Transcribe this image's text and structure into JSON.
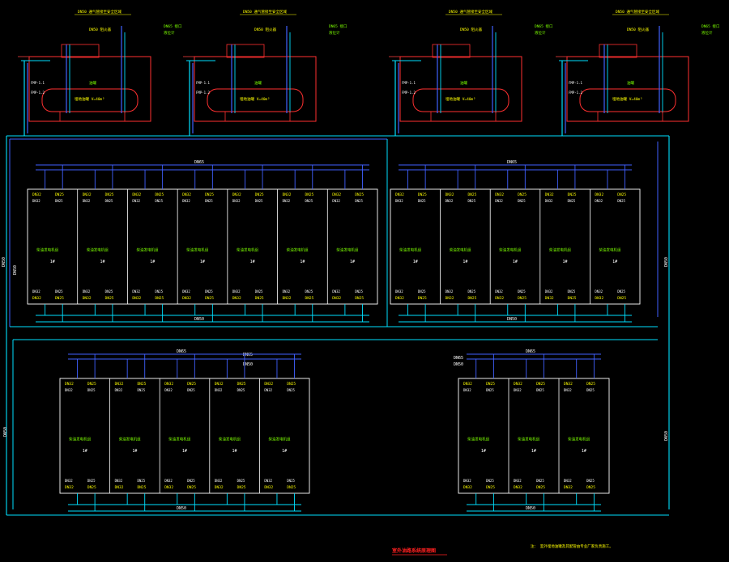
{
  "diagram_title": "室外油路系统原理图",
  "note": "注： 室外埋地油罐及其配管由专业厂家负责施工。",
  "pipe_labels": {
    "top_supply": "DN65",
    "mid_return": "DN50",
    "left_vertical_a": "DN50",
    "left_vertical_b": "DN50",
    "right_vertical_a": "DN50",
    "right_vertical_b": "DN50"
  },
  "tanks": [
    {
      "id": "T1",
      "label": "FMP-1.1",
      "label2": "FMP-1.2",
      "caption": "油罐",
      "note": "埋地油罐 V=40m³"
    },
    {
      "id": "T2",
      "label": "FMP-1.1",
      "label2": "FMP-1.2",
      "caption": "油罐",
      "note": "埋地油罐 V=40m³"
    },
    {
      "id": "T3",
      "label": "FMP-1.1",
      "label2": "FMP-1.2",
      "caption": "油罐",
      "note": "埋地油罐 V=40m³"
    },
    {
      "id": "T4",
      "label": "FMP-1.1",
      "label2": "FMP-1.2",
      "caption": "油罐",
      "note": "埋地油罐 V=40m³"
    }
  ],
  "generator_rooms": [
    {
      "id": "A",
      "units": [
        "柴油发电机组",
        "柴油发电机组",
        "柴油发电机组",
        "柴油发电机组",
        "柴油发电机组",
        "柴油发电机组",
        "柴油发电机组"
      ],
      "num": "1#"
    },
    {
      "id": "B",
      "units": [
        "柴油发电机组",
        "柴油发电机组",
        "柴油发电机组",
        "柴油发电机组",
        "柴油发电机组"
      ],
      "num": "1#"
    },
    {
      "id": "C",
      "units": [
        "柴油发电机组",
        "柴油发电机组",
        "柴油发电机组",
        "柴油发电机组",
        "柴油发电机组"
      ],
      "num": "1#"
    },
    {
      "id": "D",
      "units": [
        "柴油发电机组",
        "柴油发电机组",
        "柴油发电机组"
      ],
      "num": "1#"
    }
  ],
  "unit_port_labels": {
    "in": "DN32",
    "out": "DN25"
  }
}
